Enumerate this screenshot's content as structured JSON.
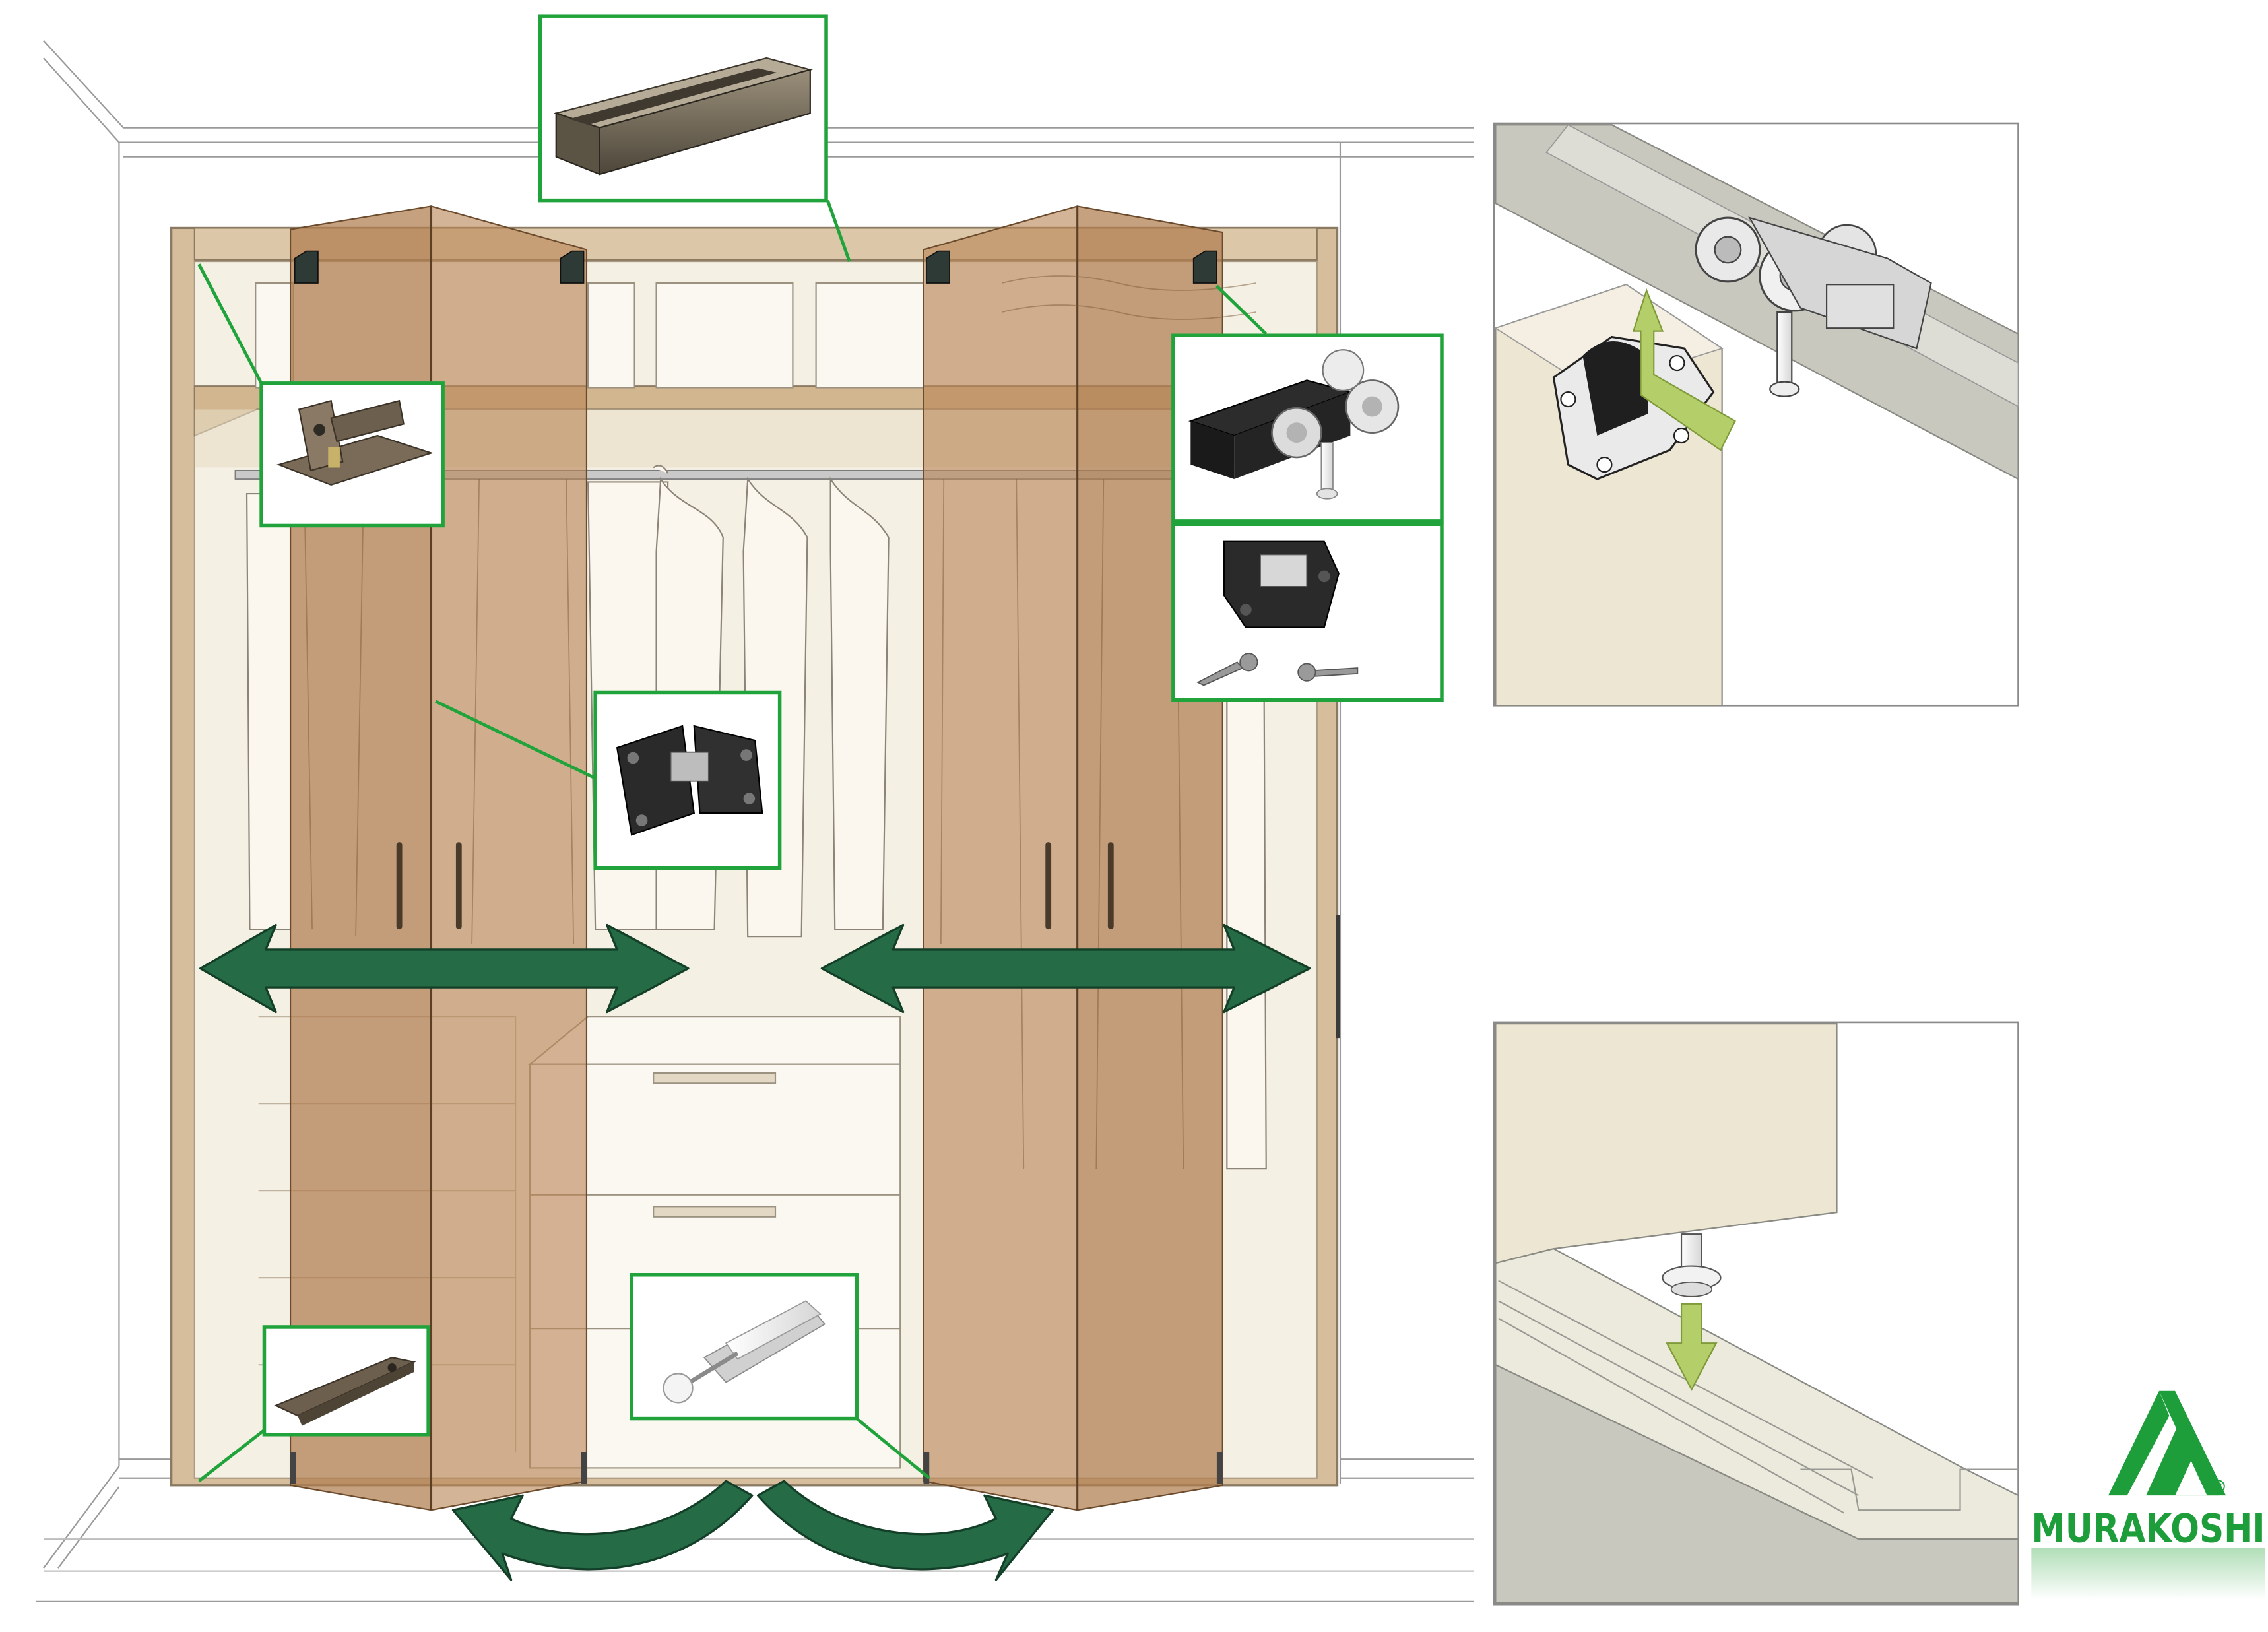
{
  "logo": {
    "wordmark": "MURAKOSHI",
    "registered_mark": "®"
  },
  "colors": {
    "brand_green": "#1e9e3a",
    "callout_green": "#21a33c",
    "arrow_green": "#256b45",
    "arrow_outline": "#133f28",
    "frame_tan": "#d6bd9c",
    "door_brown": "#b07d4f",
    "wall_cream": "#ece6d6",
    "installation_arrow": "#b4cf6a"
  },
  "diagram": {
    "subject": "bifold-wardrobe-door-hardware",
    "callouts": [
      {
        "name": "top-track-rail-callout",
        "icon": "track-rail-icon"
      },
      {
        "name": "top-pivot-bracket-callout",
        "icon": "pivot-bracket-icon"
      },
      {
        "name": "roller-carriage-callout",
        "icon": "roller-carriage-icon"
      },
      {
        "name": "mounting-plate-screws-callout",
        "icon": "mounting-plate-icon"
      },
      {
        "name": "concealed-hinge-callout",
        "icon": "hinge-icon"
      },
      {
        "name": "bottom-pivot-callout",
        "icon": "bottom-pivot-icon"
      },
      {
        "name": "guide-pin-callout",
        "icon": "guide-pin-icon"
      }
    ],
    "detail_panels": [
      {
        "name": "top-roller-installation-detail",
        "icon": "up-arrow-icon"
      },
      {
        "name": "bottom-guide-installation-detail",
        "icon": "down-arrow-icon"
      }
    ]
  }
}
